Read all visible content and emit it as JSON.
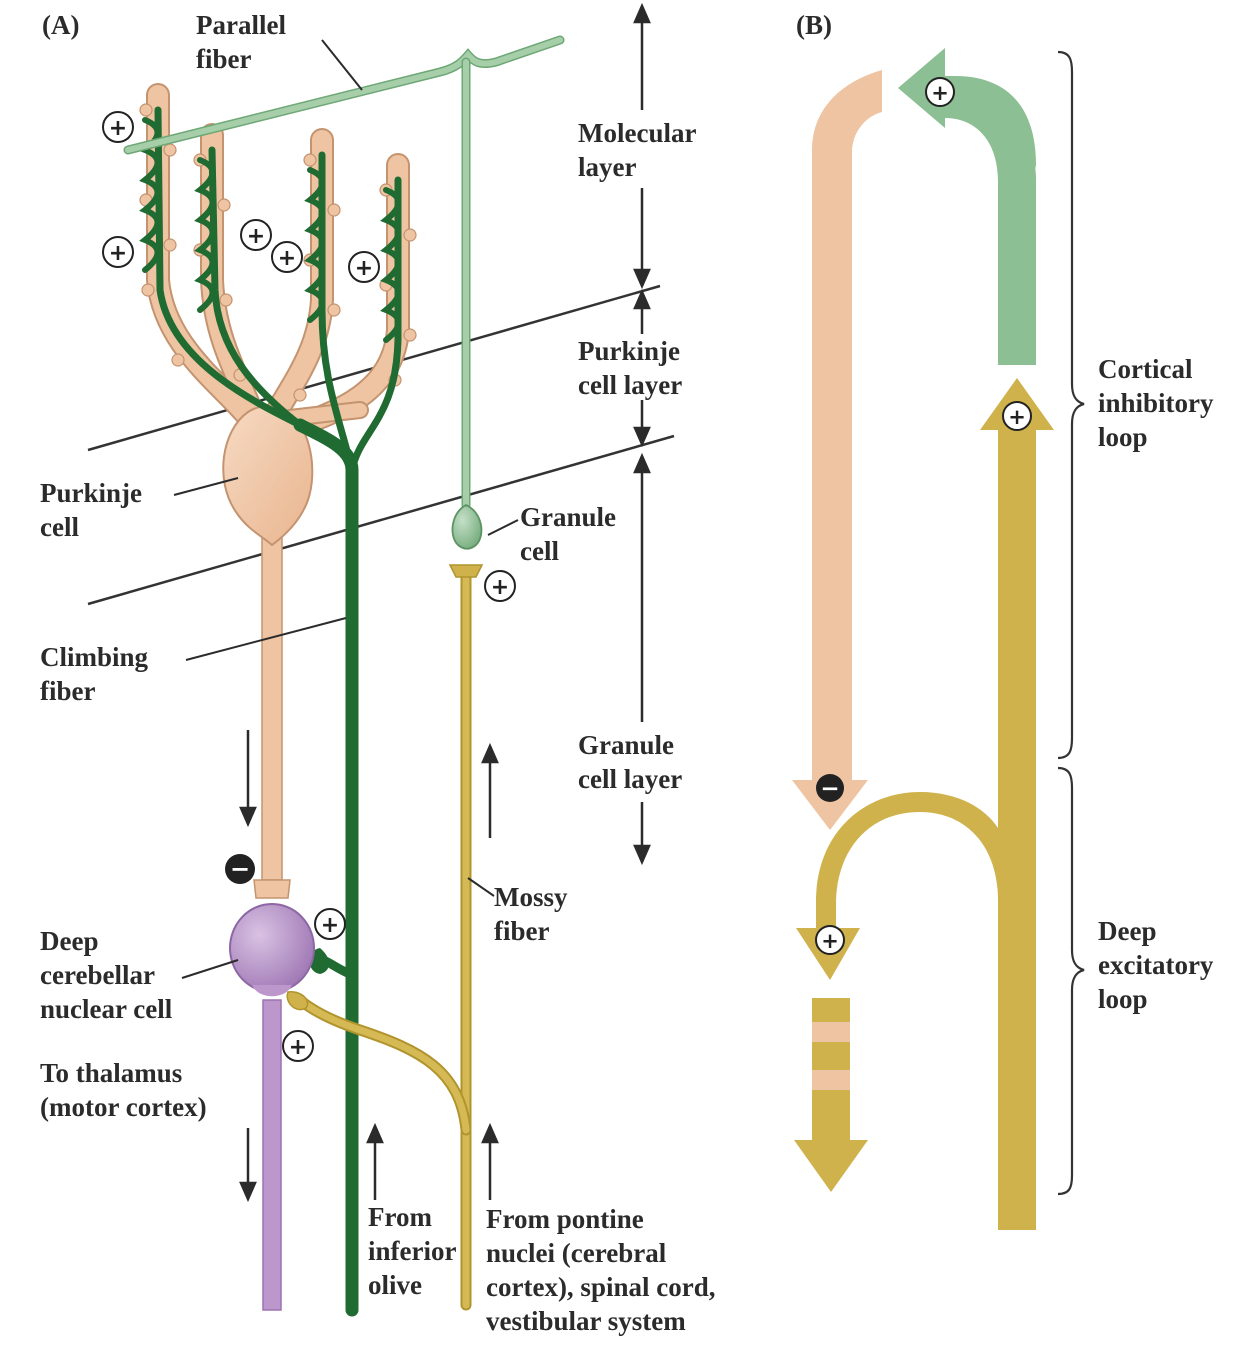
{
  "panel_a": {
    "label": "(A)",
    "parallel_fiber": [
      "Parallel",
      "fiber"
    ],
    "purkinje_cell": [
      "Purkinje",
      "cell"
    ],
    "climbing_fiber": [
      "Climbing",
      "fiber"
    ],
    "deep_nuclear_cell": [
      "Deep",
      "cerebellar",
      "nuclear cell"
    ],
    "to_thalamus": [
      "To thalamus",
      "(motor cortex)"
    ],
    "granule_cell": [
      "Granule",
      "cell"
    ],
    "mossy_fiber": [
      "Mossy",
      "fiber"
    ],
    "from_inferior_olive": [
      "From",
      "inferior",
      "olive"
    ],
    "from_pontine": [
      "From pontine",
      "nuclei (cerebral",
      "cortex), spinal cord,",
      "vestibular system"
    ],
    "layers": {
      "molecular": [
        "Molecular",
        "layer"
      ],
      "purkinje": [
        "Purkinje",
        "cell layer"
      ],
      "granule": [
        "Granule",
        "cell layer"
      ]
    }
  },
  "panel_b": {
    "label": "(B)",
    "cortical_loop": [
      "Cortical",
      "inhibitory",
      "loop"
    ],
    "deep_loop": [
      "Deep",
      "excitatory",
      "loop"
    ]
  },
  "signs": {
    "plus": "+",
    "minus": "−"
  },
  "colors": {
    "purkinje": "#eec4a2",
    "purkinje_outline": "#c4936f",
    "climbing": "#1f6b32",
    "granule": "#8dbf94",
    "mossy": "#cfb24c",
    "deep_nuclear": "#bb97cc",
    "text": "#2b2b2b"
  }
}
